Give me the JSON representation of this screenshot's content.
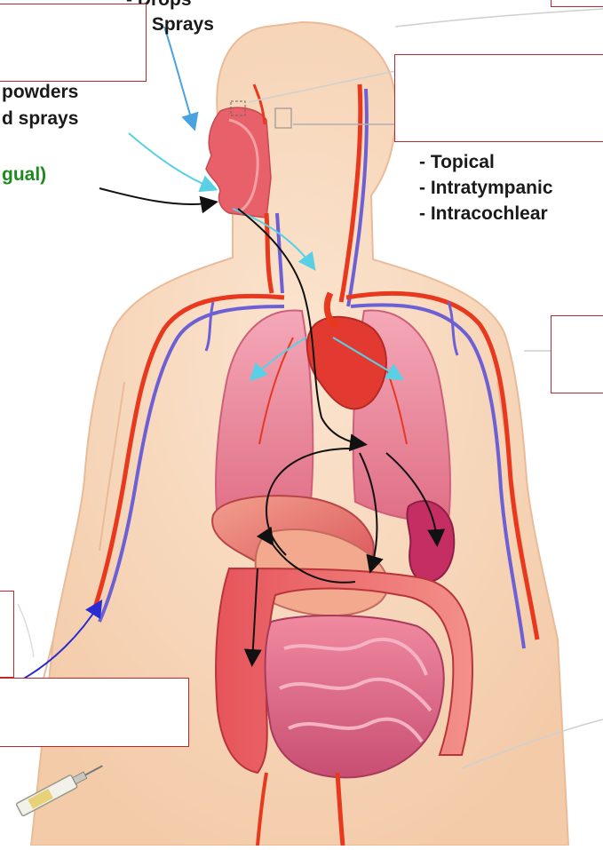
{
  "labels": {
    "drops": "- Drops",
    "sprays": "- Sprays",
    "powders": "powders",
    "d_sprays": "d sprays",
    "gual": "gual)",
    "ear_routes": [
      "- Topical",
      "- Intratympanic",
      "- Intracochlear"
    ]
  },
  "colors": {
    "skin": "#f7d8bd",
    "skin_outline": "#e9bb99",
    "artery": "#e8381e",
    "vein": "#6d5fd4",
    "lung": "#ef8fa1",
    "organ": "#e8666b",
    "intestine": "#d9657d",
    "pointer_blue": "#4aa3e0",
    "pointer_cyan": "#5ad0e6",
    "box_border": "#b8282e",
    "label_green": "#1e8a1e"
  },
  "icons": [
    "syringe-icon"
  ]
}
